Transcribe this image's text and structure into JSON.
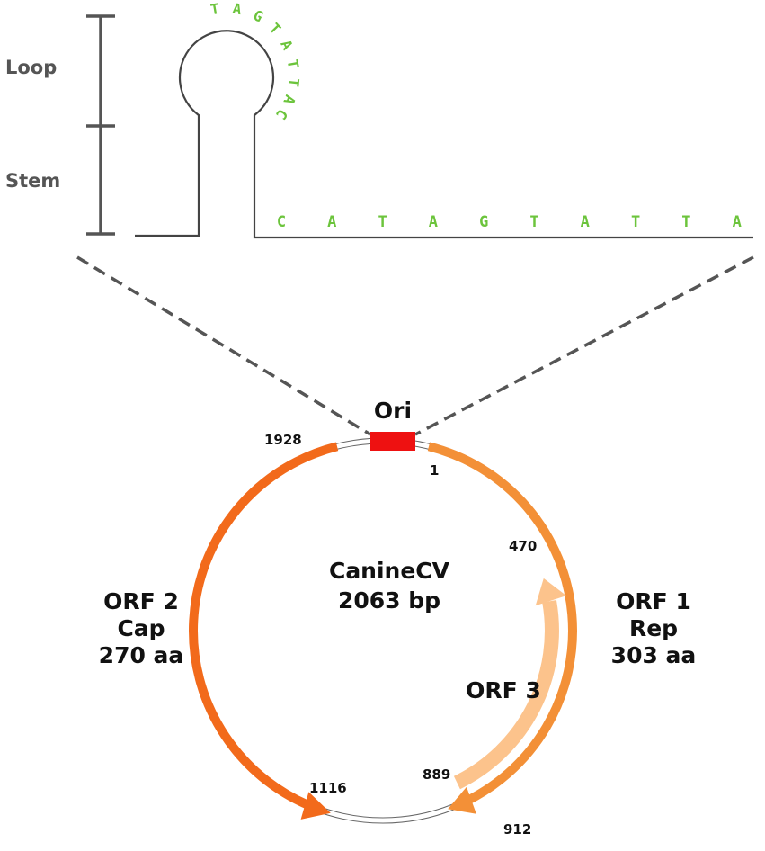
{
  "stem_loop": {
    "loop_label": "Loop",
    "stem_label": "Stem",
    "loop_sequence": [
      "T",
      "A",
      "G",
      "T",
      "A",
      "T",
      "T",
      "A",
      "C"
    ],
    "linear_sequence": [
      "C",
      "A",
      "T",
      "A",
      "G",
      "T",
      "A",
      "T",
      "T",
      "A"
    ],
    "sequence_color": "#6cc43c",
    "line_color": "#444444"
  },
  "genome": {
    "ori_label": "Ori",
    "ori_color": "#ee1111",
    "name": "CanineCV",
    "size": "2063 bp",
    "positions": {
      "p1928": "1928",
      "p1": "1",
      "p470": "470",
      "p889": "889",
      "p1116": "1116",
      "p912": "912"
    },
    "orf1": {
      "line1": "ORF 1",
      "line2": "Rep",
      "line3": "303 aa",
      "color": "#f39037"
    },
    "orf2": {
      "line1": "ORF 2",
      "line2": "Cap",
      "line3": "270 aa",
      "color": "#f26a1b"
    },
    "orf3": {
      "label": "ORF 3",
      "color": "#fcc38c"
    }
  }
}
